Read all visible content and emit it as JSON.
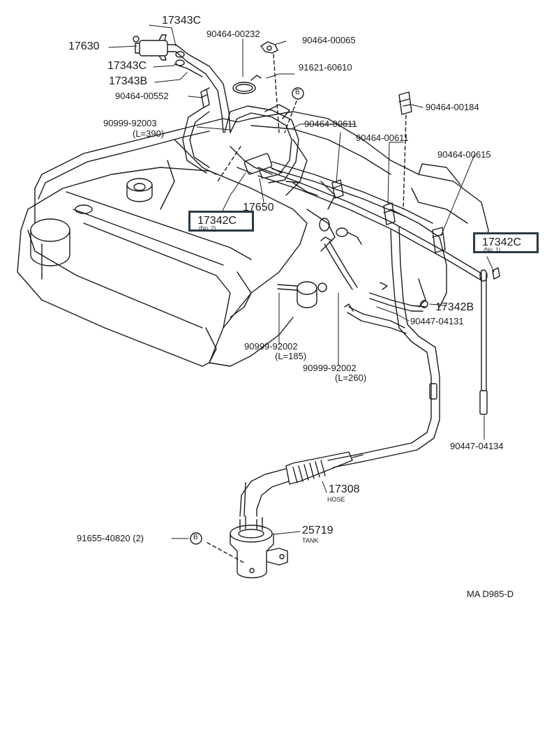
{
  "labels": {
    "p17343c_top": "17343C",
    "p17630": "17630",
    "p17343c_mid": "17343C",
    "p17343b": "17343B",
    "p90464_00552": "90464-00552",
    "p90999_92003": "90999-92003",
    "p90999_92003_len": "(L=390)",
    "p90464_00232": "90464-00232",
    "p90464_00065": "90464-00065",
    "p91621_60610": "91621-60610",
    "p90464_00184": "90464-00184",
    "p90464_00611_a": "90464-00611",
    "p90464_00611_b": "90464-00611",
    "p90464_00615": "90464-00615",
    "p17650": "17650",
    "p17342b": "17342B",
    "p90447_04131": "90447-04131",
    "p90999_92002_a": "90999-92002",
    "p90999_92002_a_len": "(L=185)",
    "p90999_92002_b": "90999-92002",
    "p90999_92002_b_len": "(L=260)",
    "p90447_04134": "90447-04134",
    "p17308": "17308",
    "p17308_sub": "HOSE",
    "p25719": "25719",
    "p25719_sub": "TANK",
    "p91655_40820": "91655-40820 (2)",
    "ref_b_top": "B",
    "ref_b_bottom": "B",
    "code": "MA D985-D"
  },
  "callouts": {
    "left_main": "17342C",
    "left_sub": "(No. 2)",
    "right_main": "17342C",
    "right_sub": "(No. 1)"
  },
  "colors": {
    "line": "#1a1a1a",
    "callout_border": "#2b3a44"
  }
}
